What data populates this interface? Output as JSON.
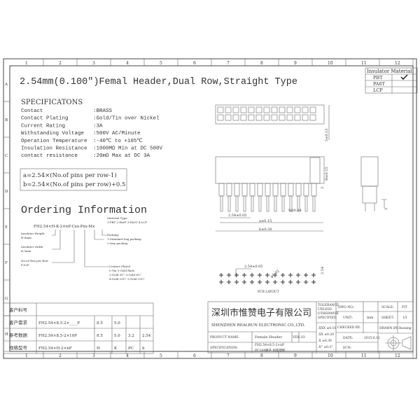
{
  "frame": {
    "columns": [
      "1",
      "2",
      "3",
      "4",
      "5",
      "6",
      "7",
      "8",
      "9",
      "10",
      "11",
      "12"
    ],
    "rows": [
      "A",
      "B",
      "C",
      "D",
      "E",
      "F",
      "G",
      "H"
    ]
  },
  "title": "2.54mm(0.100\")Femal Header,Dual Row,Straight Type",
  "specs": {
    "heading": "SPECIFICATONS",
    "items": [
      {
        "label": "Contact",
        "value": ":BRASS"
      },
      {
        "label": "Contact Plating",
        "value": ":Gold/Tin over Nickel"
      },
      {
        "label": "Current Rating",
        "value": ":3A"
      },
      {
        "label": "Withstanding Voltage",
        "value": ":500V AC/Minute"
      },
      {
        "label": "Operation Temperature",
        "value": ":-40℃ to +105℃"
      },
      {
        "label": "Insulation Resistance",
        "value": ":1000MΩ Min at DC 500V"
      },
      {
        "label": "contact resistance",
        "value": ":20mΩ Max at DC 3A"
      }
    ]
  },
  "formulas": [
    "a=2.54×(No.of pins per row-1)",
    "b=2.54×(No.of pins per row)+0.5"
  ],
  "ordering": {
    "heading": "Ordering Information",
    "code": "FH2.54×H-K-2×nP-Cxx-Pxx-Mx",
    "notes": [
      {
        "lines": [
          "Insulator Height",
          "H:8mm"
        ]
      },
      {
        "lines": [
          "Insulator width",
          "K:5mm"
        ]
      },
      {
        "lines": [
          "No.of Pins per Row",
          "P:02P"
        ]
      },
      {
        "lines": [
          "Contact Plated",
          "0:Tin        1:Gold flash",
          "2:Gold 3U\"   3:Gold 6U\"",
          "4:Gold 10U\"  5:Gold 15U\""
        ]
      },
      {
        "lines": [
          "Packing:",
          "1:Standard bag packing",
          "2:tray packing"
        ]
      },
      {
        "lines": [
          "Material Type:",
          "1:PBT 2:PA6T 3:PA9T 4:LCP"
        ]
      }
    ]
  },
  "insulator_material": {
    "header": "Insulator Material",
    "rows": [
      {
        "name": "PBT",
        "checked": true
      },
      {
        "name": "PA6T",
        "checked": false
      },
      {
        "name": "LCP",
        "checked": false
      }
    ]
  },
  "dimensions": {
    "top_height": "5±0.15",
    "body_height": "H±0.15",
    "pin_len": "3",
    "pitch": "2.54±0.05",
    "pin_sq": "SQ0.64",
    "a": "a±0.15",
    "b": "b±0.30",
    "pcb_pitch": "2.54±0.05",
    "hole": "φ1.02",
    "pcb_row": "2.54",
    "pcb_label": "PCB LAYOUT"
  },
  "customer_table": {
    "rows": [
      [
        "客户料号",
        "",
        "",
        "",
        "",
        ""
      ],
      [
        "客户需求",
        "FH2.54×8.5-2×____P",
        "8.5",
        "5.0",
        "",
        ""
      ],
      [
        "参考数据",
        "FH2.54×8.5-2×10P",
        "8.5",
        "5.0",
        "3.2",
        "2.54"
      ],
      [
        "规格型号",
        "FH2.54×H-2×nP",
        "H",
        "K",
        "PC",
        "h"
      ]
    ]
  },
  "title_block": {
    "company_cn": "深圳市惟赞电子有限公司",
    "company_en": "SHENZHEN REALRUN ELECTRONIC CO.,LTD.",
    "tolerance": [
      "TOLERANCE",
      "UNLESS",
      "OTHERWISE",
      "SPECIFIED"
    ],
    "tol_values": [
      ".XXX  ±0.10",
      ".XX   ±0.20",
      ".X    ±0.30",
      ".X°   ±0.3°"
    ],
    "dwg_no_label": "DWG NO.:",
    "unit_label": "UNIT:",
    "unit_value": "mm",
    "checked_label": "CHECKED BY:",
    "date_label": "DATE:",
    "date_value": "2015.6.11",
    "ecn_label": "ECN:",
    "scale_label": "SCALE:",
    "scale_value": "FIT",
    "sheet_label": "SHEET:",
    "sheet_value": "1/1",
    "drawn_label": "DRAWN BY:",
    "drawn_value": "Baoxing",
    "product_label": "PRODUCT NAME:",
    "product_value": "Female Header",
    "ver_label": "VER:",
    "ver_value": "03",
    "spec_label": "SPECIFICATION:",
    "spec_value": [
      "FH2.54×8.5-2×nP",
      "PC104端子 加高塑胶"
    ]
  }
}
